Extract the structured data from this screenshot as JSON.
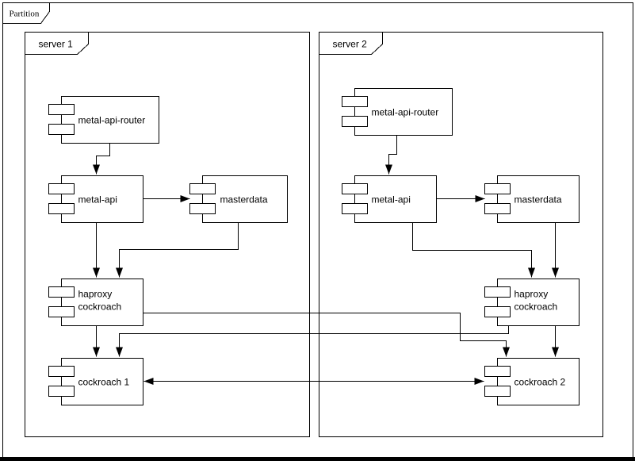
{
  "diagram": {
    "partition_label": "Partition",
    "server1_label": "server 1",
    "server2_label": "server 2",
    "components": {
      "s1_router": "metal-api-router",
      "s1_api": "metal-api",
      "s1_masterdata": "masterdata",
      "s1_haproxy_line1": "haproxy",
      "s1_haproxy_line2": "cockroach",
      "s1_cockroach": "cockroach 1",
      "s2_router": "metal-api-router",
      "s2_api": "metal-api",
      "s2_masterdata": "masterdata",
      "s2_haproxy_line1": "haproxy",
      "s2_haproxy_line2": "cockroach",
      "s2_cockroach": "cockroach 2"
    },
    "colors": {
      "stroke": "#000000",
      "node_fill": "#ffffff",
      "background": "#ffffff"
    }
  }
}
